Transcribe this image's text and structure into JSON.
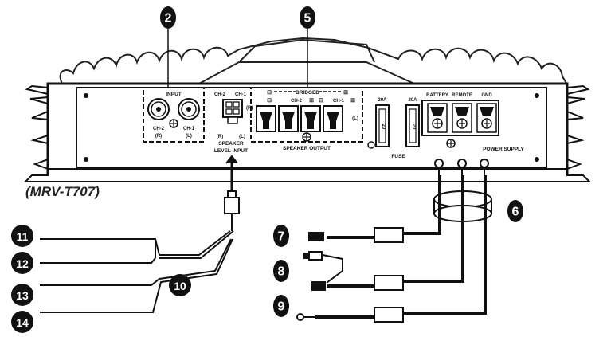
{
  "model": "(MRV-T707)",
  "panel": {
    "input_label": "INPUT",
    "input_ch2": "CH-2",
    "input_ch1": "CH-1",
    "input_r": "(R)",
    "input_l": "(L)",
    "spk_ch2": "CH-2",
    "spk_ch1": "CH-1",
    "spk_r_right": "(R)",
    "spk_r": "(R)",
    "spk_l": "(L)",
    "speaker_level_input_1": "SPEAKER",
    "speaker_level_input_2": "LEVEL INPUT",
    "bridged": "BRIDGED",
    "out_ch2": "CH-2",
    "out_ch1": "CH-1",
    "out_l": "(L)",
    "speaker_output": "SPEAKER OUTPUT",
    "fuse_a1": "20A",
    "fuse_a2": "20A",
    "fuse_body1": "20",
    "fuse_body2": "20",
    "fuse_label": "FUSE",
    "battery": "BATTERY",
    "remote": "REMOTE",
    "gnd": "GND",
    "power_supply": "POWER SUPPLY"
  },
  "callouts": [
    "2",
    "5",
    "6",
    "7",
    "8",
    "9",
    "10",
    "11",
    "12",
    "13",
    "14"
  ]
}
